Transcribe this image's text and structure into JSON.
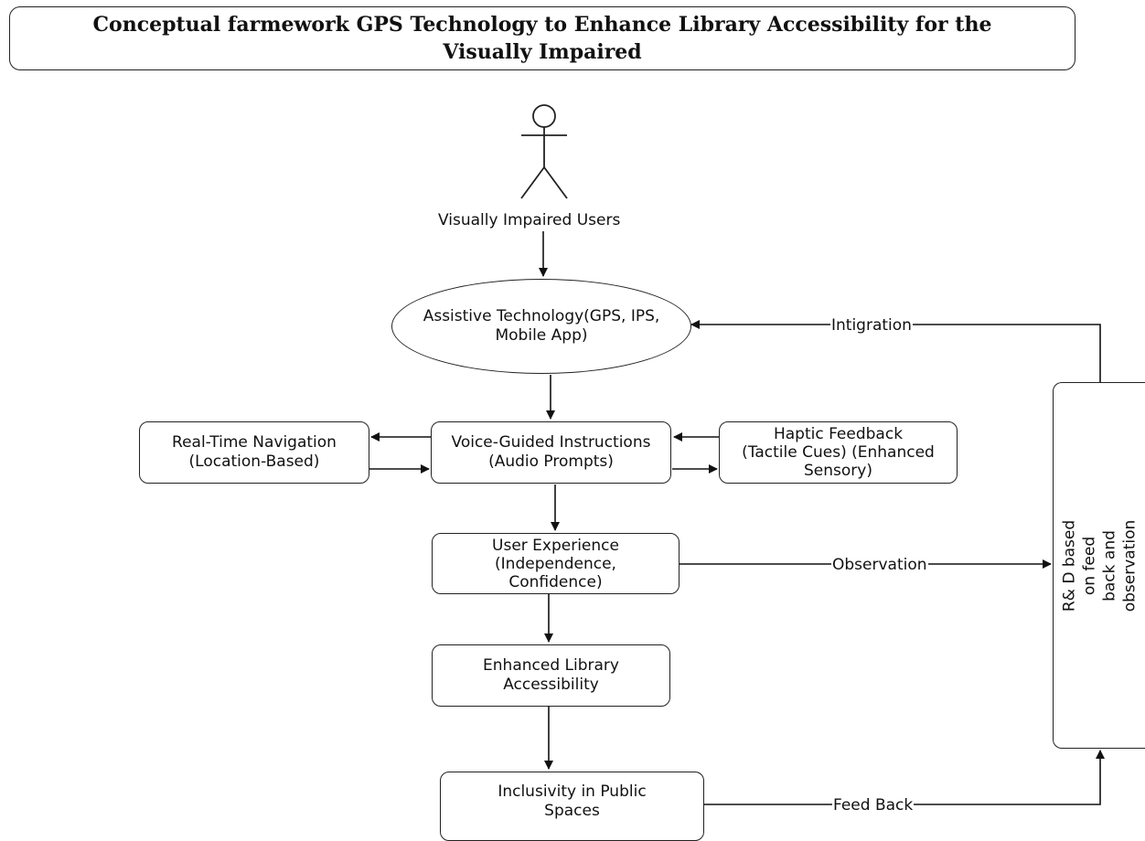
{
  "title": "Conceptual farmework GPS Technology to Enhance Library Accessibility for the\nVisually Impaired",
  "nodes": {
    "users": "Visually Impaired Users",
    "assistive": "Assistive Technology(GPS, IPS,\nMobile App)",
    "realtime": "Real-Time Navigation\n(Location-Based)",
    "voice": "Voice-Guided Instructions\n(Audio Prompts)",
    "haptic": "Haptic Feedback\n(Tactile Cues) (Enhanced\nSensory)",
    "ux": "User Experience\n(Independence,\nConfidence)",
    "enhanced": "Enhanced Library\nAccessibility",
    "inclusivity": "Inclusivity in Public\nSpaces",
    "rnd": "R& D based on feed back and\nobservation"
  },
  "edge_labels": {
    "integration": "Intigration",
    "observation": "Observation",
    "feedback": "Feed Back"
  }
}
